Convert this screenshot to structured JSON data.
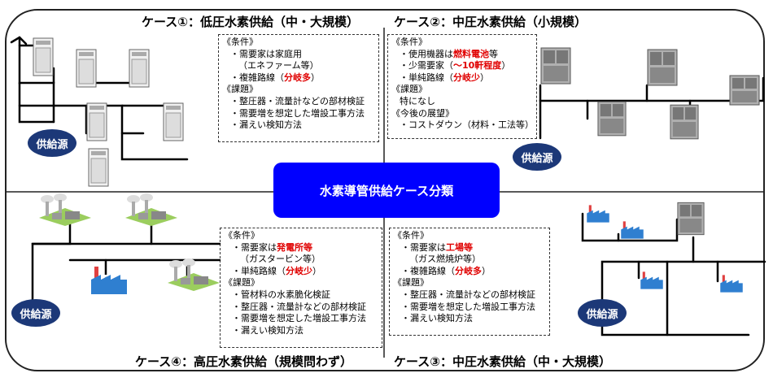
{
  "center_label": "水素導管供給ケース分類",
  "supply_label": "供給源",
  "cases": [
    {
      "title": "ケース①：低圧水素供給（中・大規模）",
      "notes": [
        {
          "t": "hdr",
          "s": [
            {
              "x": "《条件》"
            }
          ]
        },
        {
          "t": "it",
          "s": [
            {
              "x": "・需要家は家庭用"
            }
          ]
        },
        {
          "t": "sub",
          "s": [
            {
              "x": "（エネファーム等）"
            }
          ]
        },
        {
          "t": "it",
          "s": [
            {
              "x": "・複雑路線（"
            },
            {
              "x": "分岐多",
              "c": "red"
            },
            {
              "x": "）"
            }
          ]
        },
        {
          "t": "hdr",
          "s": [
            {
              "x": "《課題》"
            }
          ]
        },
        {
          "t": "it",
          "s": [
            {
              "x": "・整圧器・流量計などの部材検証"
            }
          ]
        },
        {
          "t": "it",
          "s": [
            {
              "x": "・需要増を想定した増設工事方法"
            }
          ]
        },
        {
          "t": "it",
          "s": [
            {
              "x": "・漏えい検知方法"
            }
          ]
        }
      ]
    },
    {
      "title": "ケース②：中圧水素供給（小規模）",
      "notes": [
        {
          "t": "hdr",
          "s": [
            {
              "x": "《条件》"
            }
          ]
        },
        {
          "t": "it",
          "s": [
            {
              "x": "・使用機器は"
            },
            {
              "x": "燃料電池",
              "c": "red"
            },
            {
              "x": "等"
            }
          ]
        },
        {
          "t": "it",
          "s": [
            {
              "x": "・少需要家（"
            },
            {
              "x": "～10軒程度",
              "c": "red"
            },
            {
              "x": "）"
            }
          ]
        },
        {
          "t": "it",
          "s": [
            {
              "x": "・単純路線（"
            },
            {
              "x": "分岐少",
              "c": "red"
            },
            {
              "x": "）"
            }
          ]
        },
        {
          "t": "hdr",
          "s": [
            {
              "x": "《課題》"
            }
          ]
        },
        {
          "t": "it",
          "s": [
            {
              "x": "特になし"
            }
          ]
        },
        {
          "t": "hdr",
          "s": [
            {
              "x": "《今後の展望》"
            }
          ]
        },
        {
          "t": "it",
          "s": [
            {
              "x": "・コストダウン（材料・工法等）"
            }
          ]
        }
      ]
    },
    {
      "title": "ケース③：中圧水素供給（中・大規模）",
      "notes": [
        {
          "t": "hdr",
          "s": [
            {
              "x": "《条件》"
            }
          ]
        },
        {
          "t": "it",
          "s": [
            {
              "x": "・需要家は"
            },
            {
              "x": "工場等",
              "c": "red"
            }
          ]
        },
        {
          "t": "sub",
          "s": [
            {
              "x": "（ガス燃焼炉等）"
            }
          ]
        },
        {
          "t": "it",
          "s": [
            {
              "x": "・複雑路線（"
            },
            {
              "x": "分岐多",
              "c": "red"
            },
            {
              "x": "）"
            }
          ]
        },
        {
          "t": "hdr",
          "s": [
            {
              "x": "《課題》"
            }
          ]
        },
        {
          "t": "it",
          "s": [
            {
              "x": "・整圧器・流量計などの部材検証"
            }
          ]
        },
        {
          "t": "it",
          "s": [
            {
              "x": "・需要増を想定した増設工事方法"
            }
          ]
        },
        {
          "t": "it",
          "s": [
            {
              "x": "・漏えい検知方法"
            }
          ]
        }
      ]
    },
    {
      "title": "ケース④：高圧水素供給（規模問わず）",
      "notes": [
        {
          "t": "hdr",
          "s": [
            {
              "x": "《条件》"
            }
          ]
        },
        {
          "t": "it",
          "s": [
            {
              "x": "・需要家は"
            },
            {
              "x": "発電所等",
              "c": "red"
            }
          ]
        },
        {
          "t": "sub",
          "s": [
            {
              "x": "（ガスタービン等）"
            }
          ]
        },
        {
          "t": "it",
          "s": [
            {
              "x": "・単純路線（"
            },
            {
              "x": "分岐少",
              "c": "red"
            },
            {
              "x": "）"
            }
          ]
        },
        {
          "t": "hdr",
          "s": [
            {
              "x": "《課題》"
            }
          ]
        },
        {
          "t": "it",
          "s": [
            {
              "x": "・管材料の水素脆化検証"
            }
          ]
        },
        {
          "t": "it",
          "s": [
            {
              "x": "・整圧器・流量計などの部材検証"
            }
          ]
        },
        {
          "t": "it",
          "s": [
            {
              "x": "・需要増を想定した増設工事方法"
            }
          ]
        },
        {
          "t": "it",
          "s": [
            {
              "x": "・漏えい検知方法"
            }
          ]
        }
      ]
    }
  ],
  "colors": {
    "accent": "#0000ff",
    "supply": "#1c3878",
    "emphasis": "#e00000"
  }
}
